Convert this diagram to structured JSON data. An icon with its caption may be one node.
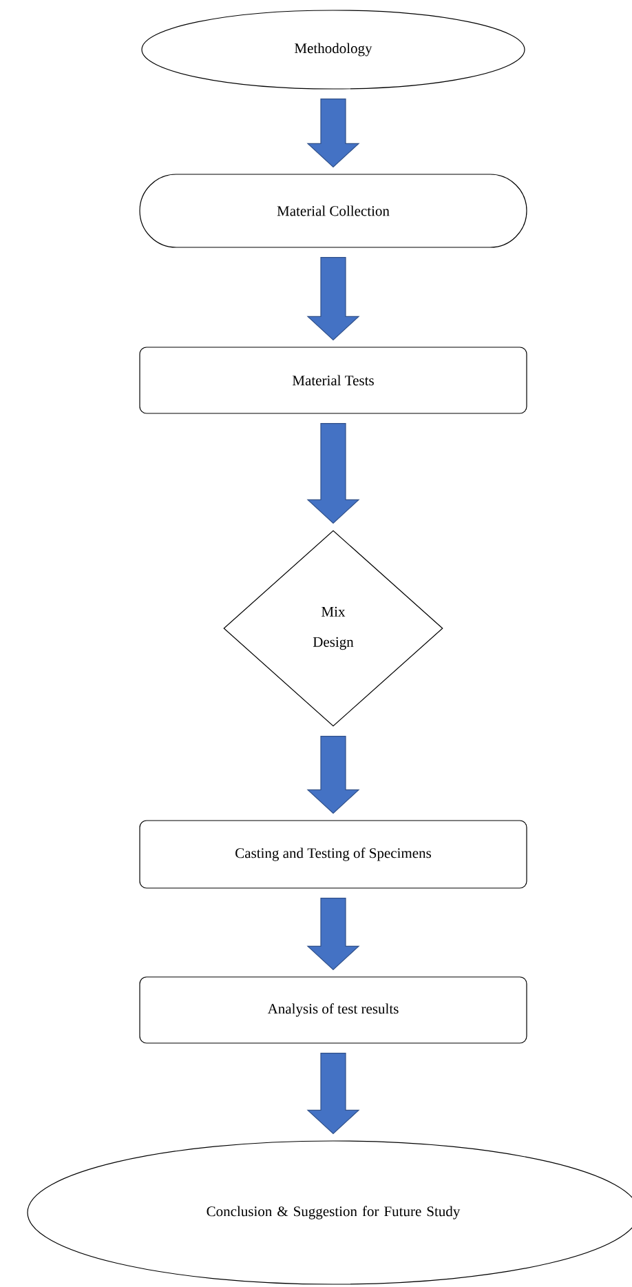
{
  "diagram": {
    "nodes": [
      {
        "text": [
          "Methodology"
        ]
      },
      {
        "text": [
          "Material Collection"
        ]
      },
      {
        "text": [
          "Material Tests"
        ]
      },
      {
        "text": [
          "Mix Design"
        ]
      },
      {
        "text": [
          "Casting and Testing of Specimens"
        ]
      },
      {
        "text": [
          "Analysis of test results"
        ]
      },
      {
        "text": [
          "Conclusion & Suggestion for Future Study"
        ]
      }
    ],
    "edges": [
      {
        "from": 0,
        "to": 1,
        "arrow": "to"
      },
      {
        "from": 1,
        "to": 2,
        "arrow": "to"
      },
      {
        "from": 2,
        "to": 3,
        "arrow": "to"
      },
      {
        "from": 3,
        "to": 4,
        "arrow": "to"
      },
      {
        "from": 4,
        "to": 5,
        "arrow": "to"
      },
      {
        "from": 5,
        "to": 6,
        "arrow": "to"
      }
    ]
  }
}
